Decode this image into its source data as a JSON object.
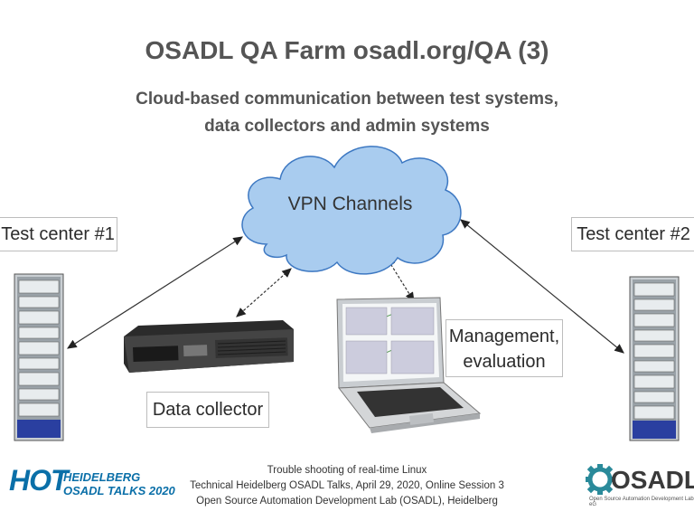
{
  "slide": {
    "title": "OSADL QA Farm osadl.org/QA (3)",
    "subtitle_line1": "Cloud-based communication between test systems,",
    "subtitle_line2": "data collectors and admin systems"
  },
  "diagram": {
    "cloud_label": "VPN Channels",
    "test_center_1": "Test center #1",
    "test_center_2": "Test center #2",
    "management_line1": "Management,",
    "management_line2": "evaluation",
    "data_collector": "Data collector"
  },
  "footer": {
    "line1": "Trouble shooting of real-time Linux",
    "line2": "Technical Heidelberg OSADL Talks, April 29, 2020, Online Session 3",
    "line3": "Open Source Automation Development Lab (OSADL), Heidelberg"
  },
  "logos": {
    "hot_big": "HOT",
    "hot_line1": "HEIDELBERG",
    "hot_line2": "OSADL TALKS 2020",
    "osadl_name": "OSADL",
    "osadl_sub": "Open Source Automation Development Lab eG"
  },
  "colors": {
    "cloud_fill": "#a9ccef",
    "cloud_stroke": "#3d78c2",
    "hot_blue": "#0a6fa8",
    "osadl_teal": "#2a8a9a"
  }
}
